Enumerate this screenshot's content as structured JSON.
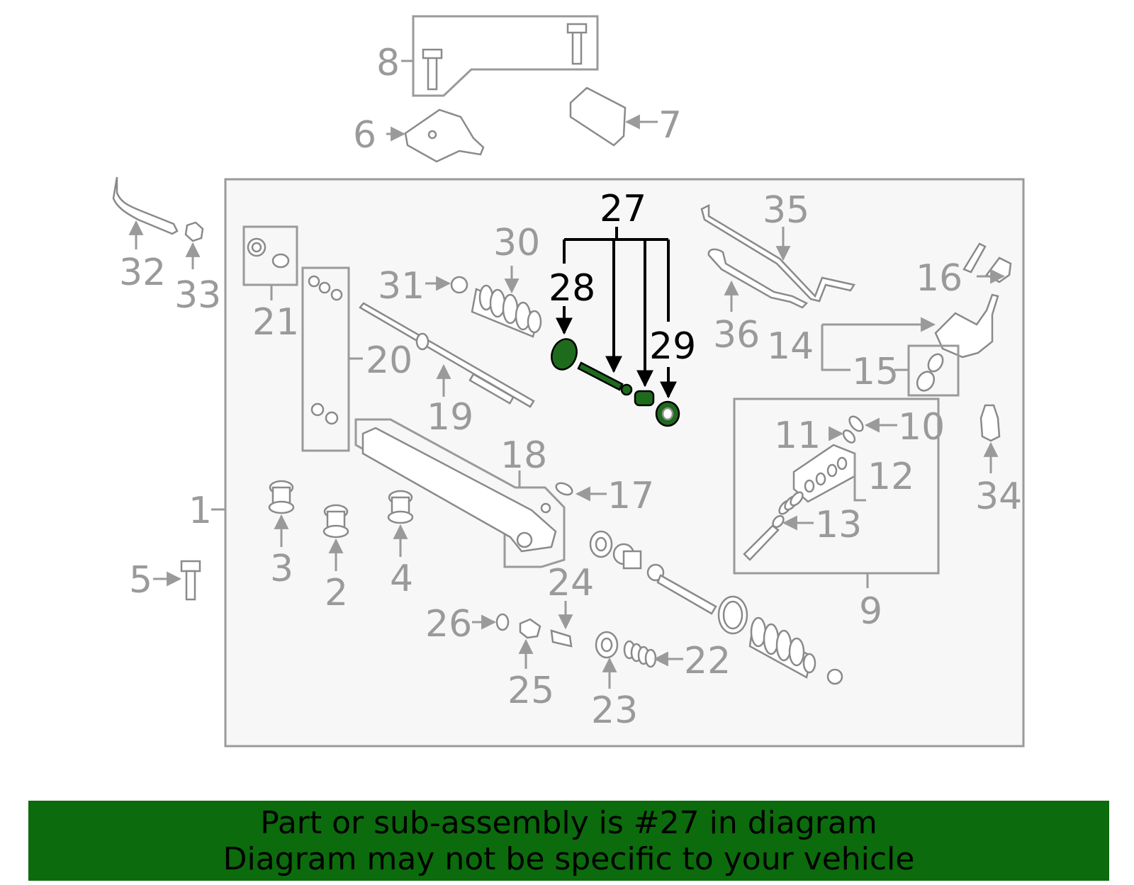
{
  "colors": {
    "highlight": "#1e6b1e",
    "banner_bg": "#0c6b0c",
    "line": "#9a9a9a",
    "label_highlight": "#000000"
  },
  "labels": {
    "l1": "1",
    "l2": "2",
    "l3": "3",
    "l4": "4",
    "l5": "5",
    "l6": "6",
    "l7": "7",
    "l8": "8",
    "l9": "9",
    "l10": "10",
    "l11": "11",
    "l12": "12",
    "l13": "13",
    "l14": "14",
    "l15": "15",
    "l16": "16",
    "l17": "17",
    "l18": "18",
    "l19": "19",
    "l20": "20",
    "l21": "21",
    "l22": "22",
    "l23": "23",
    "l24": "24",
    "l25": "25",
    "l26": "26",
    "l27": "27",
    "l28": "28",
    "l29": "29",
    "l30": "30",
    "l31": "31",
    "l32": "32",
    "l33": "33",
    "l34": "34",
    "l35": "35",
    "l36": "36"
  },
  "banner": {
    "line1": "Part or sub-assembly is #27 in diagram",
    "line2": "Diagram may not be specific to your vehicle"
  }
}
